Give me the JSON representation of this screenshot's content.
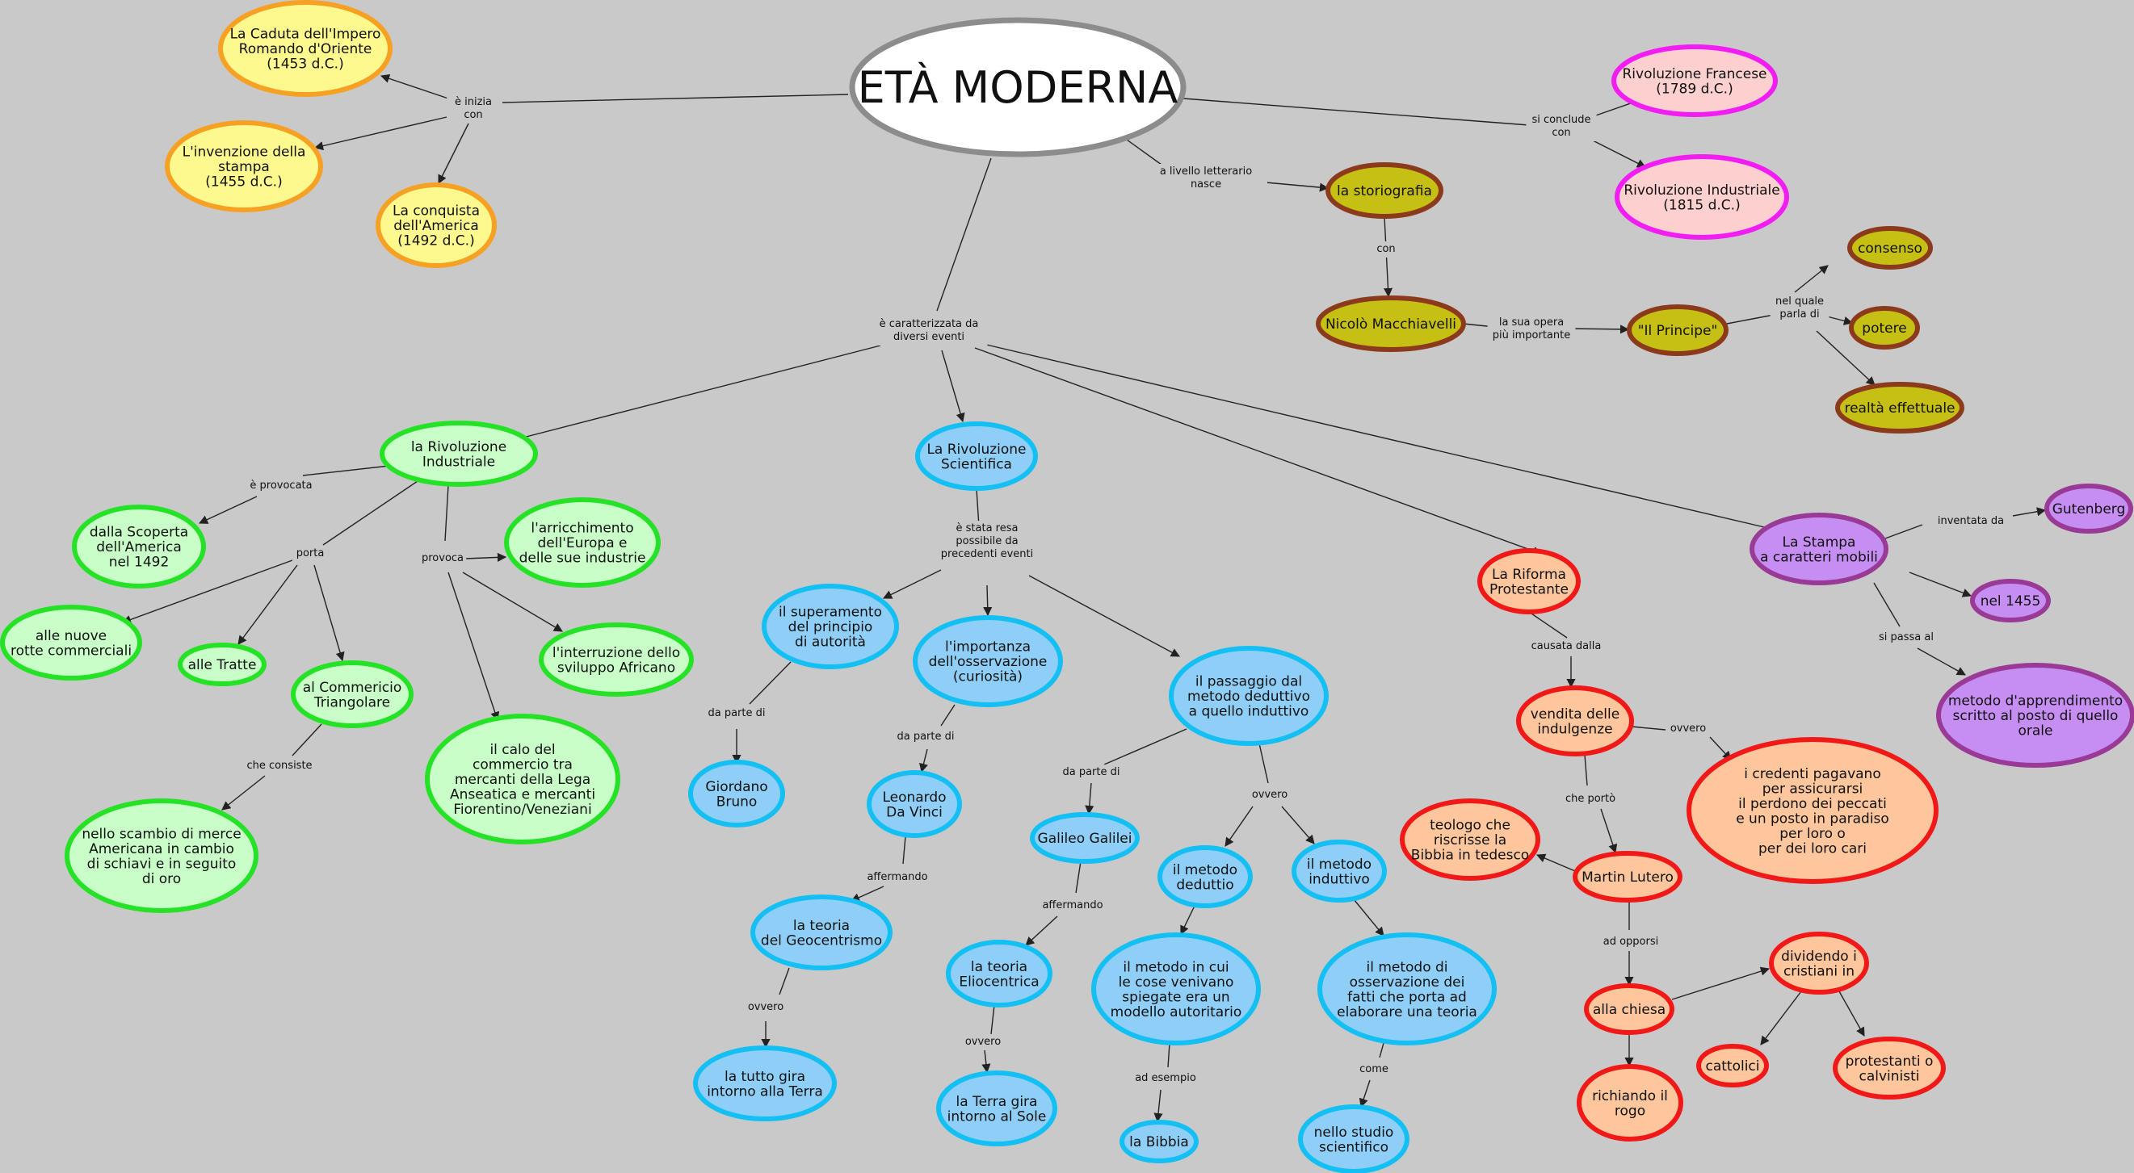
{
  "map": {
    "central": "ETÀ MODERNA",
    "colors": {
      "start": {
        "fill": "#fdf98f",
        "stroke": "#f6a123"
      },
      "end": {
        "fill": "#fdd0d0",
        "stroke": "#f21df3"
      },
      "literature": {
        "fill": "#c6bf14",
        "stroke": "#8b3a1c"
      },
      "industrial": {
        "fill": "#c9fec9",
        "stroke": "#26e226"
      },
      "scientific": {
        "fill": "#8fcff7",
        "stroke": "#14bff3"
      },
      "reform": {
        "fill": "#fdc69c",
        "stroke": "#f11818"
      },
      "press": {
        "fill": "#c68ef2",
        "stroke": "#9a3a97"
      }
    },
    "nodes": {
      "caduta": [
        "La Caduta dell'Impero",
        "Romando d'Oriente",
        "(1453 d.C.)"
      ],
      "invenzione": [
        "L'invenzione della",
        "stampa",
        "(1455 d.C.)"
      ],
      "conquista": [
        "La conquista",
        "dell'America",
        "(1492 d.C.)"
      ],
      "rivfrancese": [
        "Rivoluzione Francese",
        "(1789 d.C.)"
      ],
      "rivindustriale_end": [
        "Rivoluzione Industriale",
        "(1815 d.C.)"
      ],
      "storiografia": [
        "la storiografia"
      ],
      "macchiavelli": [
        "Nicolò Macchiavelli"
      ],
      "principe": [
        "\"Il Principe\""
      ],
      "consenso": [
        "consenso"
      ],
      "potere": [
        "potere"
      ],
      "realta": [
        "realtà effettuale"
      ],
      "rivind": [
        "la Rivoluzione",
        "Industriale"
      ],
      "scoperta": [
        "dalla Scoperta",
        "dell'America",
        "nel 1492"
      ],
      "rotte": [
        "alle nuove",
        "rotte commerciali"
      ],
      "tratte": [
        "alle Tratte"
      ],
      "triangolare": [
        "al Commericio",
        "Triangolare"
      ],
      "scambio": [
        "nello scambio di merce",
        "Americana in cambio",
        "di schiavi e in seguito",
        "di oro"
      ],
      "arricchimento": [
        "l'arricchimento",
        "dell'Europa e",
        "delle sue industrie"
      ],
      "interruzione": [
        "l'interruzione dello",
        "sviluppo Africano"
      ],
      "calo": [
        "il calo del",
        "commercio tra",
        "mercanti della Lega",
        "Anseatica e mercanti",
        "Fiorentino/Veneziani"
      ],
      "rivsci": [
        "La Rivoluzione",
        "Scientifica"
      ],
      "superamento": [
        "il superamento",
        "del principio",
        "di autorità"
      ],
      "importanza": [
        "l'importanza",
        "dell'osservazione",
        "(curiosità)"
      ],
      "passaggio": [
        "il passaggio dal",
        "metodo deduttivo",
        "a quello induttivo"
      ],
      "bruno": [
        "Giordano",
        "Bruno"
      ],
      "davinci": [
        "Leonardo",
        "Da Vinci"
      ],
      "geocentrismo": [
        "la teoria",
        "del Geocentrismo"
      ],
      "tuttogira": [
        "la tutto gira",
        "intorno alla Terra"
      ],
      "galilei": [
        "Galileo Galilei"
      ],
      "eliocentrica": [
        "la teoria",
        "Eliocentrica"
      ],
      "terragira": [
        "la Terra gira",
        "intorno al Sole"
      ],
      "deduttio": [
        "il metodo",
        "deduttio"
      ],
      "incui": [
        "il metodo in cui",
        "le cose venivano",
        "spiegate era un",
        "modello autoritario"
      ],
      "bibbia": [
        "la Bibbia"
      ],
      "induttivo": [
        "il metodo",
        "induttivo"
      ],
      "osservazione": [
        "il metodo di",
        "osservazione dei",
        "fatti che porta ad",
        "elaborare una teoria"
      ],
      "studio": [
        "nello studio",
        "scientifico"
      ],
      "riforma": [
        "La Riforma",
        "Protestante"
      ],
      "indulgenze": [
        "vendita delle",
        "indulgenze"
      ],
      "credenti": [
        "i credenti pagavano",
        "per assicurarsi",
        "il perdono dei peccati",
        "e un posto in paradiso",
        "per loro o",
        "per dei loro cari"
      ],
      "lutero": [
        "Martin Lutero"
      ],
      "teologo": [
        "teologo che",
        "riscrisse la",
        "Bibbia in tedesco"
      ],
      "chiesa": [
        "alla chiesa"
      ],
      "rogo": [
        "richiando il",
        "rogo"
      ],
      "dividendo": [
        "dividendo i",
        "cristiani in"
      ],
      "cattolici": [
        "cattolici"
      ],
      "protestanti": [
        "protestanti o",
        "calvinisti"
      ],
      "stampa": [
        "La Stampa",
        "a caratteri mobili"
      ],
      "gutenberg": [
        "Gutenberg"
      ],
      "nel1455": [
        "nel 1455"
      ],
      "apprendimento": [
        "metodo d'apprendimento",
        "scritto al posto di quello",
        "orale"
      ]
    },
    "links": {
      "inizia": [
        "è inizia",
        "con"
      ],
      "conclude": [
        "si conclude",
        "con"
      ],
      "letterario": [
        "a livello letterario",
        "nasce"
      ],
      "con": [
        "con"
      ],
      "opera": [
        "la sua opera",
        "più importante"
      ],
      "nelquale": [
        "nel quale",
        "parla di"
      ],
      "caratterizzata": [
        "è caratterizzata da",
        "diversi eventi"
      ],
      "provocata": [
        "è provocata"
      ],
      "porta": [
        "porta"
      ],
      "provoca": [
        "provoca"
      ],
      "consiste": [
        "che consiste"
      ],
      "resa": [
        "è stata resa",
        "possibile da",
        "precedenti eventi"
      ],
      "daparte1": [
        "da parte di"
      ],
      "daparte2": [
        "da parte di"
      ],
      "daparte3": [
        "da parte di"
      ],
      "affermando1": [
        "affermando"
      ],
      "ovvero1": [
        "ovvero"
      ],
      "affermando2": [
        "affermando"
      ],
      "ovvero2": [
        "ovvero"
      ],
      "ovvero3": [
        "ovvero"
      ],
      "esempio": [
        "ad esempio"
      ],
      "come": [
        "come"
      ],
      "causata": [
        "causata dalla"
      ],
      "ovvero4": [
        "ovvero"
      ],
      "porto": [
        "che portò"
      ],
      "opporsi": [
        "ad opporsi"
      ],
      "inventata": [
        "inventata da"
      ],
      "passa": [
        "si passa al"
      ]
    }
  }
}
